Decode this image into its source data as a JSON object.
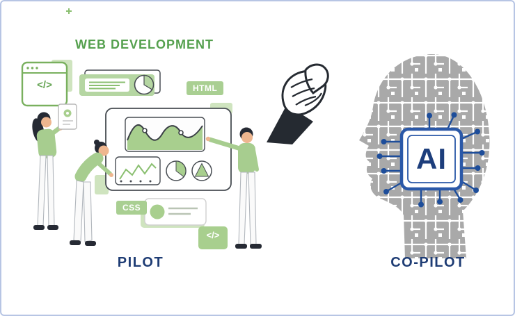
{
  "canvas": {
    "background": "#ffffff",
    "border_color": "#b7c5e4"
  },
  "left_scene": {
    "title": "WEB DEVELOPMENT",
    "title_color": "#55a04e",
    "pilot_label": "PILOT",
    "html_badge": "HTML",
    "css_badge": "CSS",
    "code_glyph": "</>",
    "accent_green": "#a8cf8e",
    "light_green": "#cfe4bf",
    "outline_color": "#474c52"
  },
  "center_scene": {
    "handshake_icon": "clasped-hands-handshake",
    "ink_color": "#252a31"
  },
  "right_scene": {
    "copilot_label": "CO-PILOT",
    "chip_text": "AI",
    "chip_border_color": "#2a58a8",
    "chip_text_color": "#1d3e7c",
    "pin_color": "#1d4d9a",
    "circuit_gray": "#a9a9a9"
  },
  "labels_color": "#1e3c74"
}
